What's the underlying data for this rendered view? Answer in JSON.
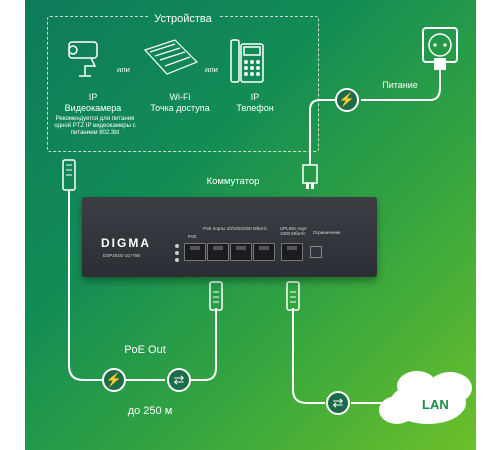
{
  "devices": {
    "title": "Устройства",
    "camera": {
      "line1": "IP",
      "line2": "Видеокамера",
      "note": "Рекомендуется для питания одной PTZ IP видеокамеры с питанием 802.3bt"
    },
    "ap": {
      "line1": "Wi-Fi",
      "line2": "Точка доступа"
    },
    "phone": {
      "line1": "IP",
      "line2": "Телефон"
    },
    "or1": "или",
    "or2": "или"
  },
  "power": {
    "label": "Питание"
  },
  "switch": {
    "label": "Коммутатор",
    "brand": "DIGMA",
    "model": "DSP204G-1G-T80",
    "poe_ports_text": "PoE порты 10/100/1000 Мбит/с",
    "uplink_text": "UPLINK порт 1000 Мбит/с",
    "watchdog_text": "Ограничение",
    "poe_tag": "PoE"
  },
  "poe_out": {
    "label": "PoE Out",
    "distance": "до 250 м"
  },
  "lan": {
    "label": "LAN"
  },
  "icons": {
    "power": "lightning-icon",
    "data": "exchange-arrows-icon",
    "outlet": "power-outlet-icon",
    "camera": "ip-camera-icon",
    "access_point": "wifi-access-point-icon",
    "phone": "ip-phone-icon"
  },
  "colors": {
    "accent": "#1c6b49",
    "background_start": "#0e7a5a",
    "background_end": "#6cc02a"
  }
}
